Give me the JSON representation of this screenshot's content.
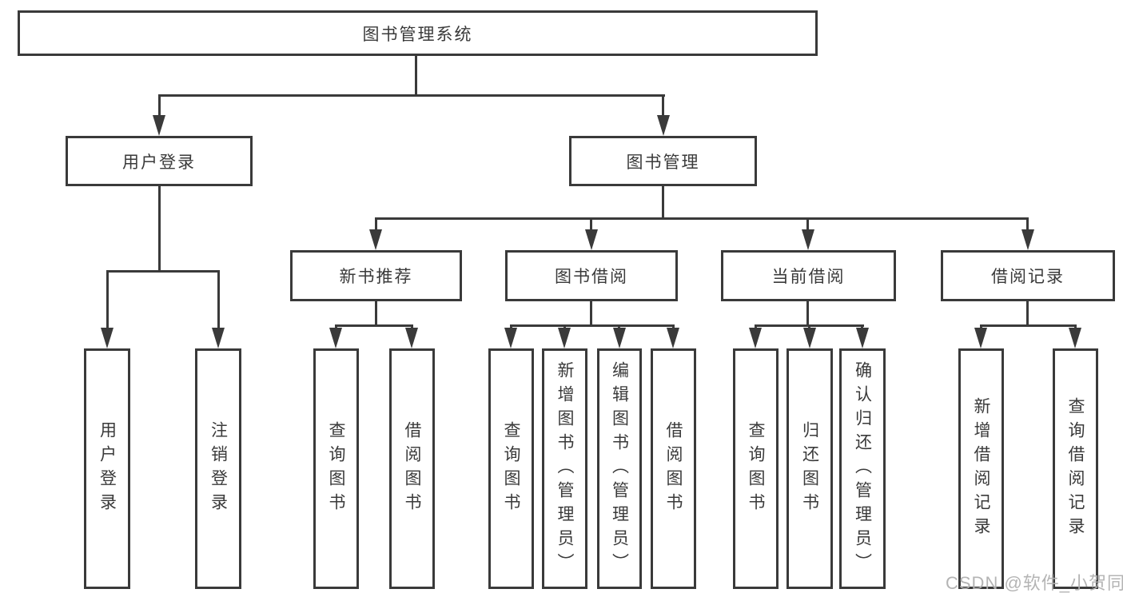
{
  "diagram": {
    "root": {
      "label": "图书管理系统"
    },
    "level2": [
      {
        "label": "用户登录"
      },
      {
        "label": "图书管理"
      }
    ],
    "level3": [
      {
        "label": "新书推荐"
      },
      {
        "label": "图书借阅"
      },
      {
        "label": "当前借阅"
      },
      {
        "label": "借阅记录"
      }
    ],
    "leaves": [
      {
        "label": "用户登录"
      },
      {
        "label": "注销登录"
      },
      {
        "label": "查询图书"
      },
      {
        "label": "借阅图书"
      },
      {
        "label": "查询图书"
      },
      {
        "label": "新增图书（管理员）"
      },
      {
        "label": "编辑图书（管理员）"
      },
      {
        "label": "借阅图书"
      },
      {
        "label": "查询图书"
      },
      {
        "label": "归还图书"
      },
      {
        "label": "确认归还（管理员）"
      },
      {
        "label": "新增借阅记录"
      },
      {
        "label": "查询借阅记录"
      }
    ]
  },
  "watermark": {
    "text": "CSDN @软件_小贺同学"
  },
  "colors": {
    "line": "#3a3a3a",
    "text": "#3a3a3a",
    "watermark": "#b0b0b0",
    "background": "#ffffff"
  }
}
